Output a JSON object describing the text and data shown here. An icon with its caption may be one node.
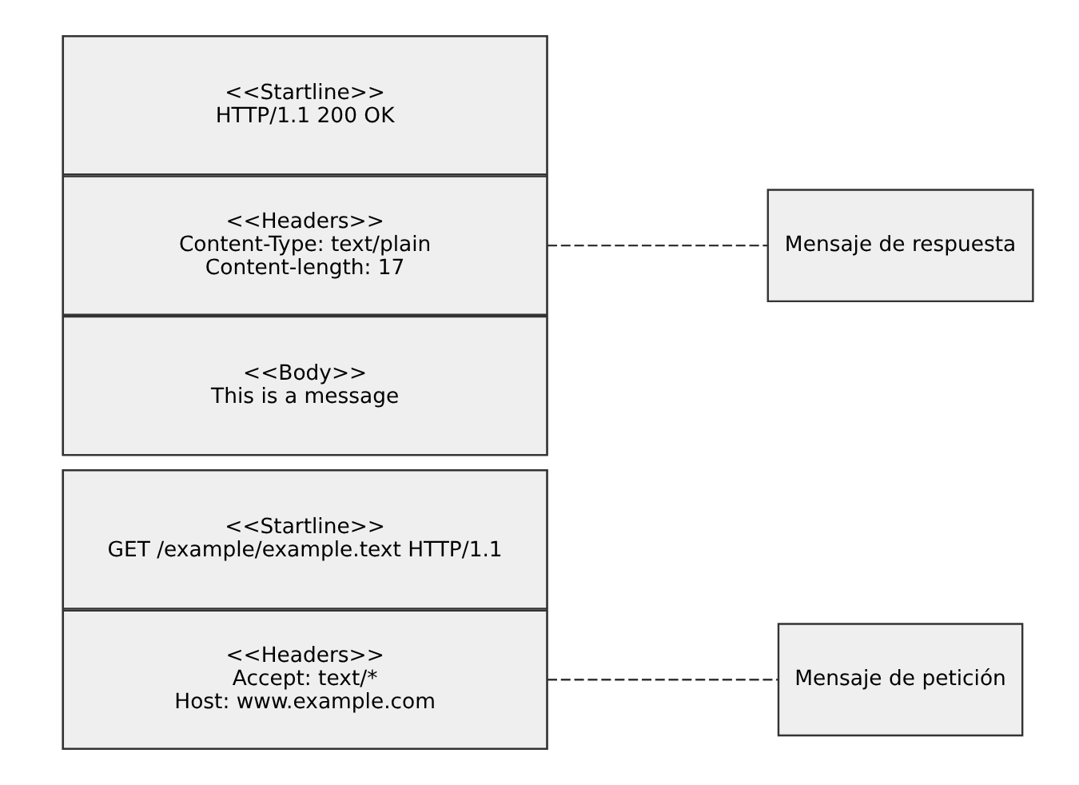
{
  "diagram": {
    "nodes": [
      {
        "text": [],
        "shape": "box"
      },
      {
        "text": [
          "<<Startline>>",
          "HTTP/1.1 200 OK"
        ],
        "in": 0
      },
      {
        "text": [
          "<<Headers>>",
          "Content-Type: text/plain",
          "Content-length: 17"
        ],
        "in": 0
      },
      {
        "text": [
          "<<Body>>",
          "This is a message"
        ],
        "in": 0
      },
      {
        "text": [
          "Mensaje de respuesta"
        ]
      },
      {
        "text": [],
        "shape": "box"
      },
      {
        "text": [
          "<<Startline>>",
          "GET /example/example.text HTTP/1.1"
        ],
        "in": 5
      },
      {
        "text": [
          "<<Headers>>",
          "Accept: text/*",
          "Host: www.example.com"
        ],
        "in": 5
      },
      {
        "text": [
          "Mensaje de petición"
        ]
      }
    ],
    "edges": [
      {
        "from": 2,
        "to": 4,
        "arrow": "none",
        "style": "dashed"
      },
      {
        "from": 7,
        "to": 8,
        "arrow": "none",
        "style": "dashed"
      }
    ]
  }
}
